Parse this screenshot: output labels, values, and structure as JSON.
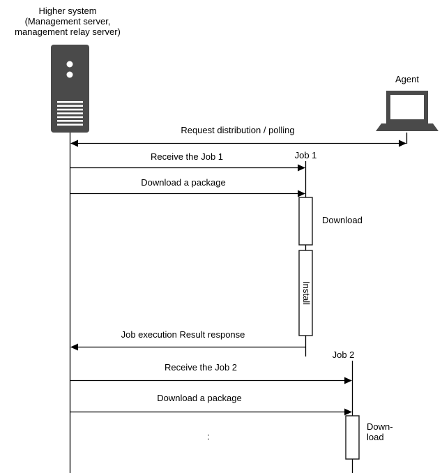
{
  "nodes": {
    "higher_system": {
      "label_lines": [
        "Higher system",
        "(Management server,",
        "management relay server)"
      ],
      "icon": "server-tower-icon"
    },
    "agent": {
      "label": "Agent",
      "icon": "laptop-icon"
    }
  },
  "job_lifelines": {
    "job1": "Job 1",
    "job2": "Job 2"
  },
  "messages": {
    "polling": "Request distribution / polling",
    "receive_job1": "Receive the Job 1",
    "download_package1": "Download a package",
    "job_result": "Job execution Result response",
    "receive_job2": "Receive the Job 2",
    "download_package2": "Download a package"
  },
  "activities": {
    "download1": "Download",
    "install": "Install",
    "download2_lines": [
      "Down-",
      "load"
    ]
  },
  "continuation_mark": ":",
  "colors": {
    "line": "#000000",
    "icon": "#4a4a4a",
    "box_border": "#1a1a1a",
    "text": "#000000",
    "background": "#ffffff"
  }
}
